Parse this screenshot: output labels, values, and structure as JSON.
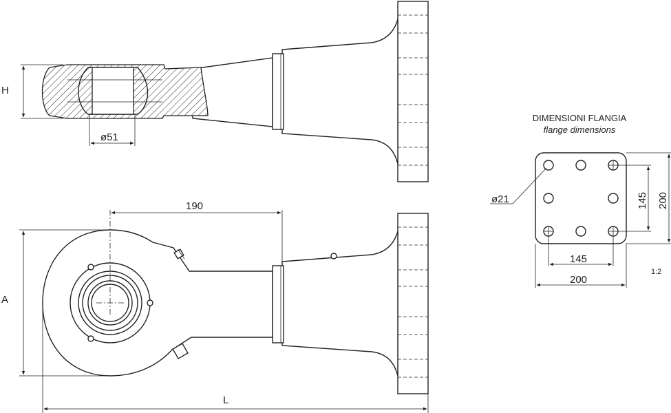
{
  "labels": {
    "top_height": "H",
    "top_bore": "ø51",
    "front_offset": "190",
    "front_height": "A",
    "overall_length": "L"
  },
  "flange": {
    "title": "DIMENSIONI FLANGIA",
    "subtitle": "flange dimensions",
    "hole_diameter": "ø21",
    "hole_spacing_h": "145",
    "hole_spacing_v": "145",
    "width": "200",
    "height": "200"
  },
  "scale": "1:2"
}
